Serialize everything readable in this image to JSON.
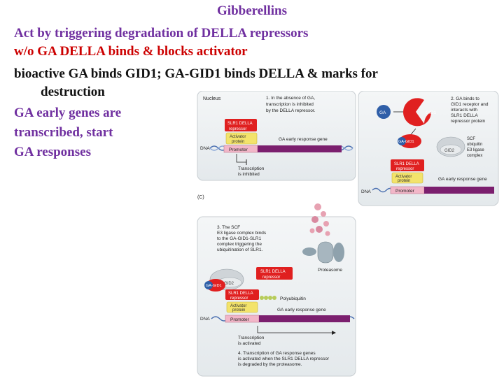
{
  "slide": {
    "title": "Gibberellins",
    "line1": "Act by triggering degradation of DELLA repressors",
    "line2": "w/o GA DELLA binds & blocks activator",
    "line3a": "bioactive GA binds GID1; GA-GID1 binds DELLA & marks for",
    "line3b": "destruction",
    "line4": "GA early genes are",
    "line5": "transcribed, start",
    "line6": "GA responses"
  },
  "figure": {
    "panel1": {
      "nucleus": "Nucleus",
      "caption1": "1. In the absence of GA,",
      "caption2": "transcription is inhibited",
      "caption3": "by the DELLA repressor.",
      "della1": "SLR1 DELLA",
      "della2": "repressor",
      "activator1": "Activator",
      "activator2": "protein",
      "promoter": "Promoter",
      "gene": "GA early response gene",
      "dna": "DNA",
      "inhibited1": "Transcription",
      "inhibited2": "is inhibited"
    },
    "panel2": {
      "caption1": "2. GA binds to",
      "caption2": "GID1 receptor and",
      "caption3": "interacts with",
      "caption4": "SLR1 DELLA",
      "caption5": "repressor protein",
      "ga": "GA",
      "gid1": "GID1",
      "ga_gid1": "GA-GID1",
      "scf1": "SCF",
      "scf2": "ubiquitin",
      "scf3": "E3 ligase",
      "scf4": "complex",
      "gid2": "GID2",
      "della1": "SLR1 DELLA",
      "della2": "repressor",
      "activator1": "Activator",
      "activator2": "protein",
      "promoter": "Promoter",
      "gene": "GA early response gene",
      "dna": "DNA"
    },
    "panel_label": "(C)",
    "panel3": {
      "caption1": "3. The SCF",
      "caption2": "E3 ligase complex binds",
      "caption3": "to the GA-GID1-SLR1",
      "caption4": "complex triggering the",
      "caption5": "ubiquitination of SLR1.",
      "proteasome": "Proteasome",
      "della1": "SLR1 DELLA",
      "della2": "repressor",
      "gid2": "GID2",
      "ga_gid1": "GA-GID1",
      "polyubiquitin": "Polyubiquitin",
      "della3": "SLR1 DELLA",
      "della4": "repressor",
      "activator1": "Activator",
      "activator2": "protein",
      "promoter": "Promoter",
      "gene": "GA early response gene",
      "dna": "DNA",
      "activated1": "Transcription",
      "activated2": "is activated",
      "caption6": "4. Transcription of GA response genes",
      "caption7": "is activated when the SLR1 DELLA repressor",
      "caption8": "is degraded by the proteasome."
    }
  },
  "colors": {
    "purple_text": "#7030a0",
    "red_text": "#cc0000",
    "della_red": "#e02020",
    "activator_yellow": "#f3e36b",
    "promoter_pink": "#f2b6c8",
    "gene_purple": "#7b1f6e",
    "dna_blue": "#4a6fb0",
    "ga_blue": "#2f5fa8",
    "panel_bg": "#eef1f3"
  }
}
